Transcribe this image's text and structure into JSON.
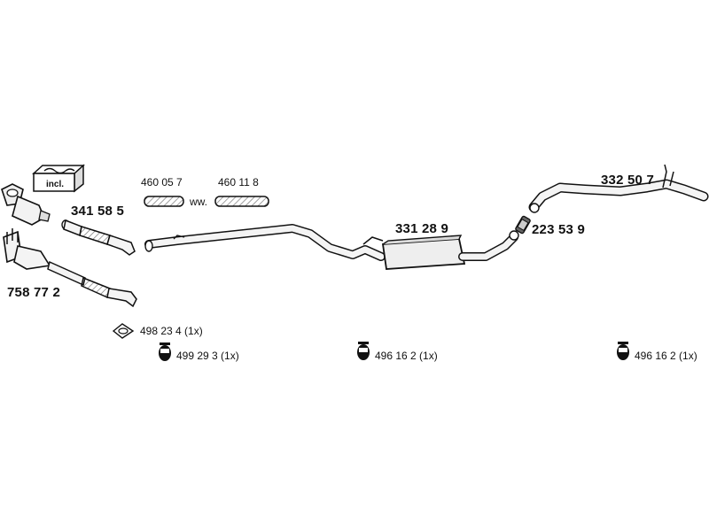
{
  "parts": {
    "front_pipe": "341 58 5",
    "catalyst": "758 77 2",
    "flex_a": "460 05 7",
    "flex_b": "460 11 8",
    "flex_alt": "ww.",
    "middle_silencer": "331 28 9",
    "clamp": "223 53 9",
    "tail_pipe": "332 50 7"
  },
  "box_label": "incl.",
  "accessories": [
    {
      "code": "498 23 4 (1x)",
      "icon": "gasket-icon"
    },
    {
      "code": "499 29 3 (1x)",
      "icon": "rubber-mount-icon"
    },
    {
      "code": "496 16 2 (1x)",
      "icon": "rubber-mount-icon"
    },
    {
      "code": "496 16 2 (1x)",
      "icon": "rubber-mount-icon"
    }
  ],
  "colors": {
    "line": "#111111",
    "pipe_fill": "#f4f4f4",
    "mesh": "#888888"
  }
}
